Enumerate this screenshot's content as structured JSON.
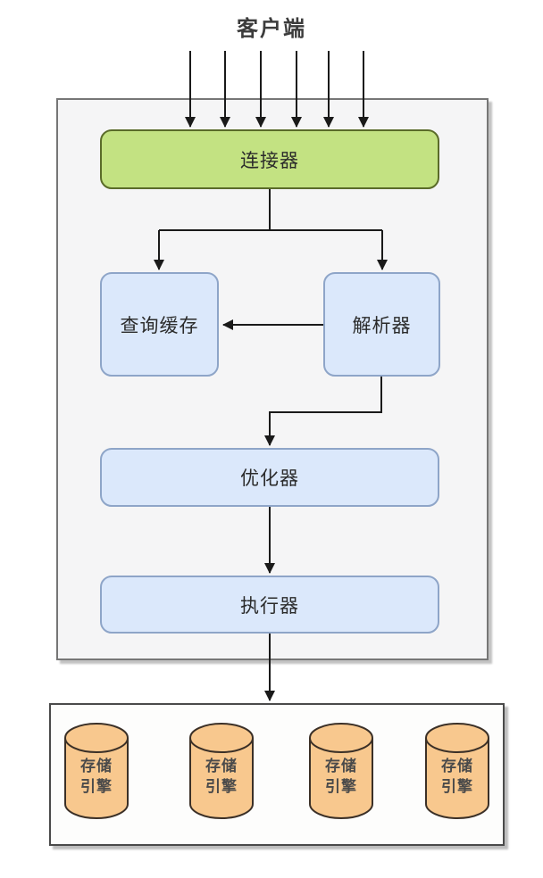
{
  "title": "客户端",
  "server_layer": {
    "connector": {
      "label": "连接器"
    },
    "query_cache": {
      "label": "查询缓存"
    },
    "parser": {
      "label": "解析器"
    },
    "optimizer": {
      "label": "优化器"
    },
    "executor": {
      "label": "执行器"
    }
  },
  "storage_layer": {
    "engines": [
      {
        "label": "存储\n引擎"
      },
      {
        "label": "存储\n引擎"
      },
      {
        "label": "存储\n引擎"
      },
      {
        "label": "存储\n引擎"
      }
    ]
  },
  "colors": {
    "connector_fill": "#c3e282",
    "connector_border": "#5a6b29",
    "process_fill": "#dbe8fb",
    "process_border": "#8ea5c8",
    "cylinder_fill": "#f8c88e",
    "cylinder_border": "#3b3027",
    "server_box_fill": "#f5f5f6",
    "server_box_border": "#767676",
    "arrow_color": "#1a1a1a"
  }
}
